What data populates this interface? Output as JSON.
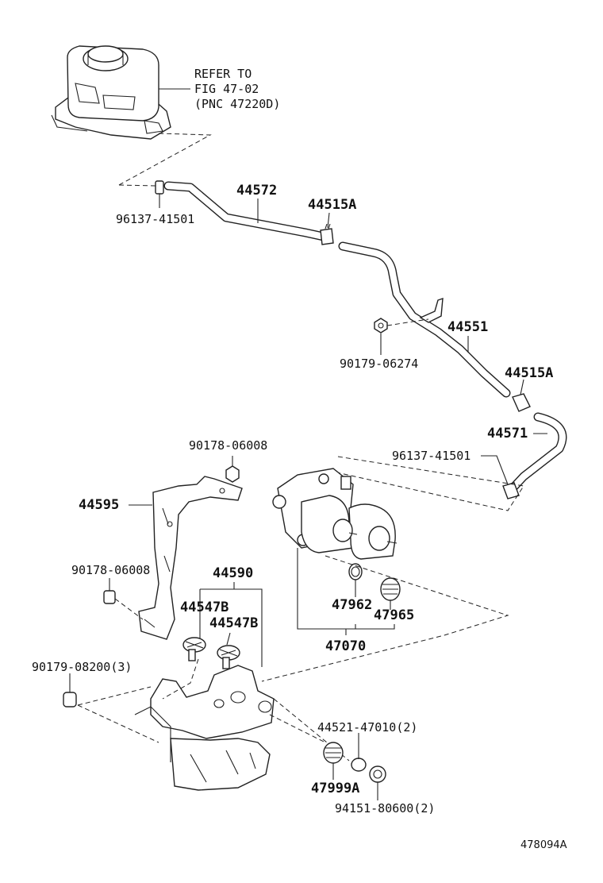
{
  "reference": {
    "line1": "REFER TO",
    "line2": "FIG 47-02",
    "line3": "(PNC 47220D)"
  },
  "labels": {
    "p44572": "44572",
    "p96137_top": "96137-41501",
    "p44515A_top": "44515A",
    "p90179_06274": "90179-06274",
    "p44551": "44551",
    "p44515A_mid": "44515A",
    "p44571": "44571",
    "p96137_mid": "96137-41501",
    "p90178_top": "90178-06008",
    "p44595": "44595",
    "p90178_left": "90178-06008",
    "p44590": "44590",
    "p44547B_a": "44547B",
    "p44547B_b": "44547B",
    "p47962": "47962",
    "p47965": "47965",
    "p47070": "47070",
    "p90179_08200": "90179-08200(3)",
    "p44521": "44521-47010(2)",
    "p47999A": "47999A",
    "p94151": "94151-80600(2)"
  },
  "figure_code": "478094A"
}
